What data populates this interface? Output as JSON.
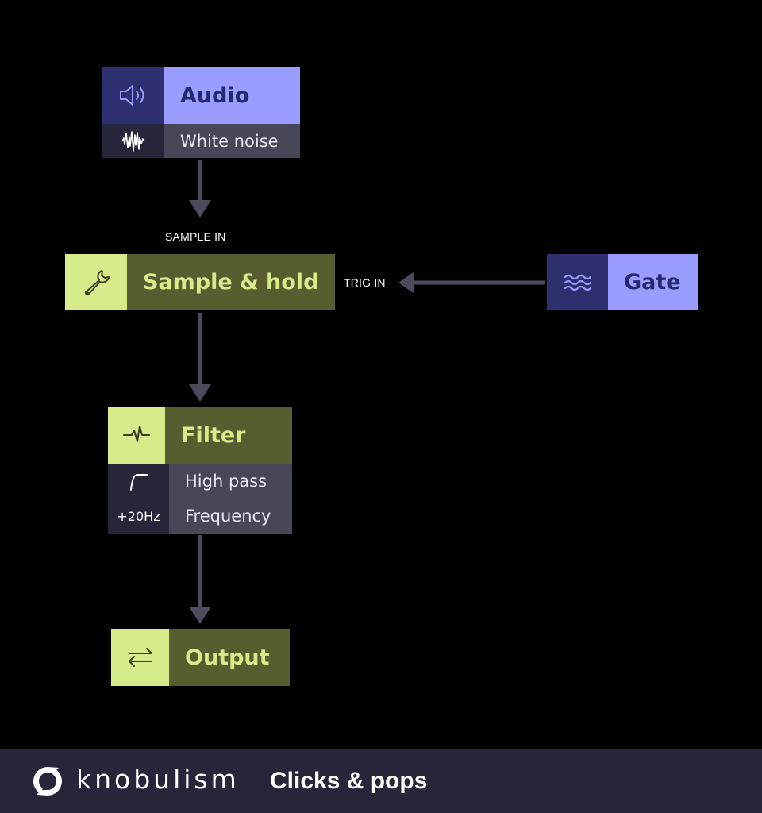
{
  "nodes": {
    "audio": {
      "title": "Audio",
      "icon": "speaker-icon",
      "sub_icon": "waveform-noise-icon",
      "sub_label": "White noise"
    },
    "sample_hold": {
      "title": "Sample & hold",
      "icon": "wrench-icon",
      "port_sample": "SAMPLE IN",
      "port_trig": "TRIG IN"
    },
    "gate": {
      "title": "Gate",
      "icon": "waves-icon"
    },
    "filter": {
      "title": "Filter",
      "icon": "pulse-icon",
      "type_icon": "high-pass-curve-icon",
      "type_label": "High pass",
      "param_value": "+20Hz",
      "param_label": "Frequency"
    },
    "output": {
      "title": "Output",
      "icon": "swap-arrows-icon"
    }
  },
  "colors": {
    "background": "#000000",
    "purple_light": "#9a9cff",
    "purple_dark": "#2d2f6e",
    "green_light": "#d6ec8a",
    "green_dark": "#565e30",
    "gray_cell": "#464858",
    "footer_bg": "#25263a",
    "wire": "#4a4c5e"
  },
  "footer": {
    "brand": "knobulism",
    "title": "Clicks & pops",
    "logo_icon": "knobulism-logo-icon"
  }
}
